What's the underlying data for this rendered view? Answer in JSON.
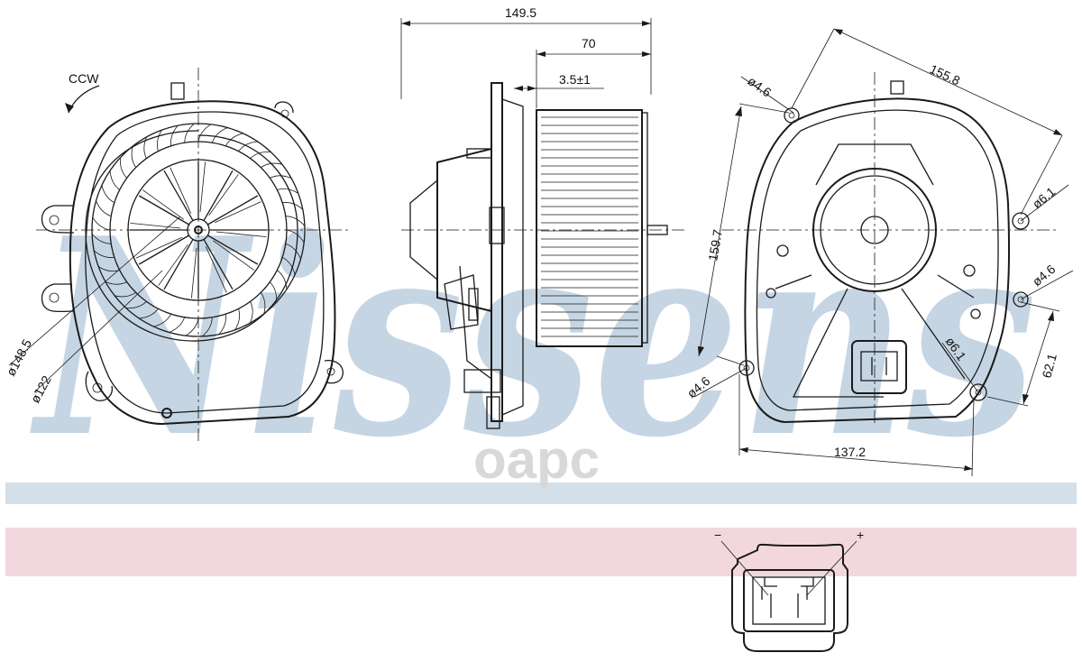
{
  "watermark": {
    "brand_text": "Nissens",
    "overlay_text": "oapc",
    "color": "#c5d5e3"
  },
  "bands": {
    "blue_color": "#d3e0ea",
    "pink_color": "#f2d8de"
  },
  "dimensions": {
    "rotation": "CCW",
    "outer_diameter": "ø148.5",
    "wheel_diameter": "ø122",
    "overall_length": "149.5",
    "wheel_length": "70",
    "wheel_offset": "3.5±1",
    "flange_width": "155.8",
    "flange_height": "159.7",
    "hole_a": "ø4.6",
    "hole_b": "ø6.1",
    "hole_c": "ø4.6",
    "hole_d": "ø6.1",
    "hole_e": "ø4.6",
    "vertical_62": "62.1",
    "bottom_width": "137.2"
  },
  "connector": {
    "minus_label": "−",
    "plus_label": "+"
  }
}
